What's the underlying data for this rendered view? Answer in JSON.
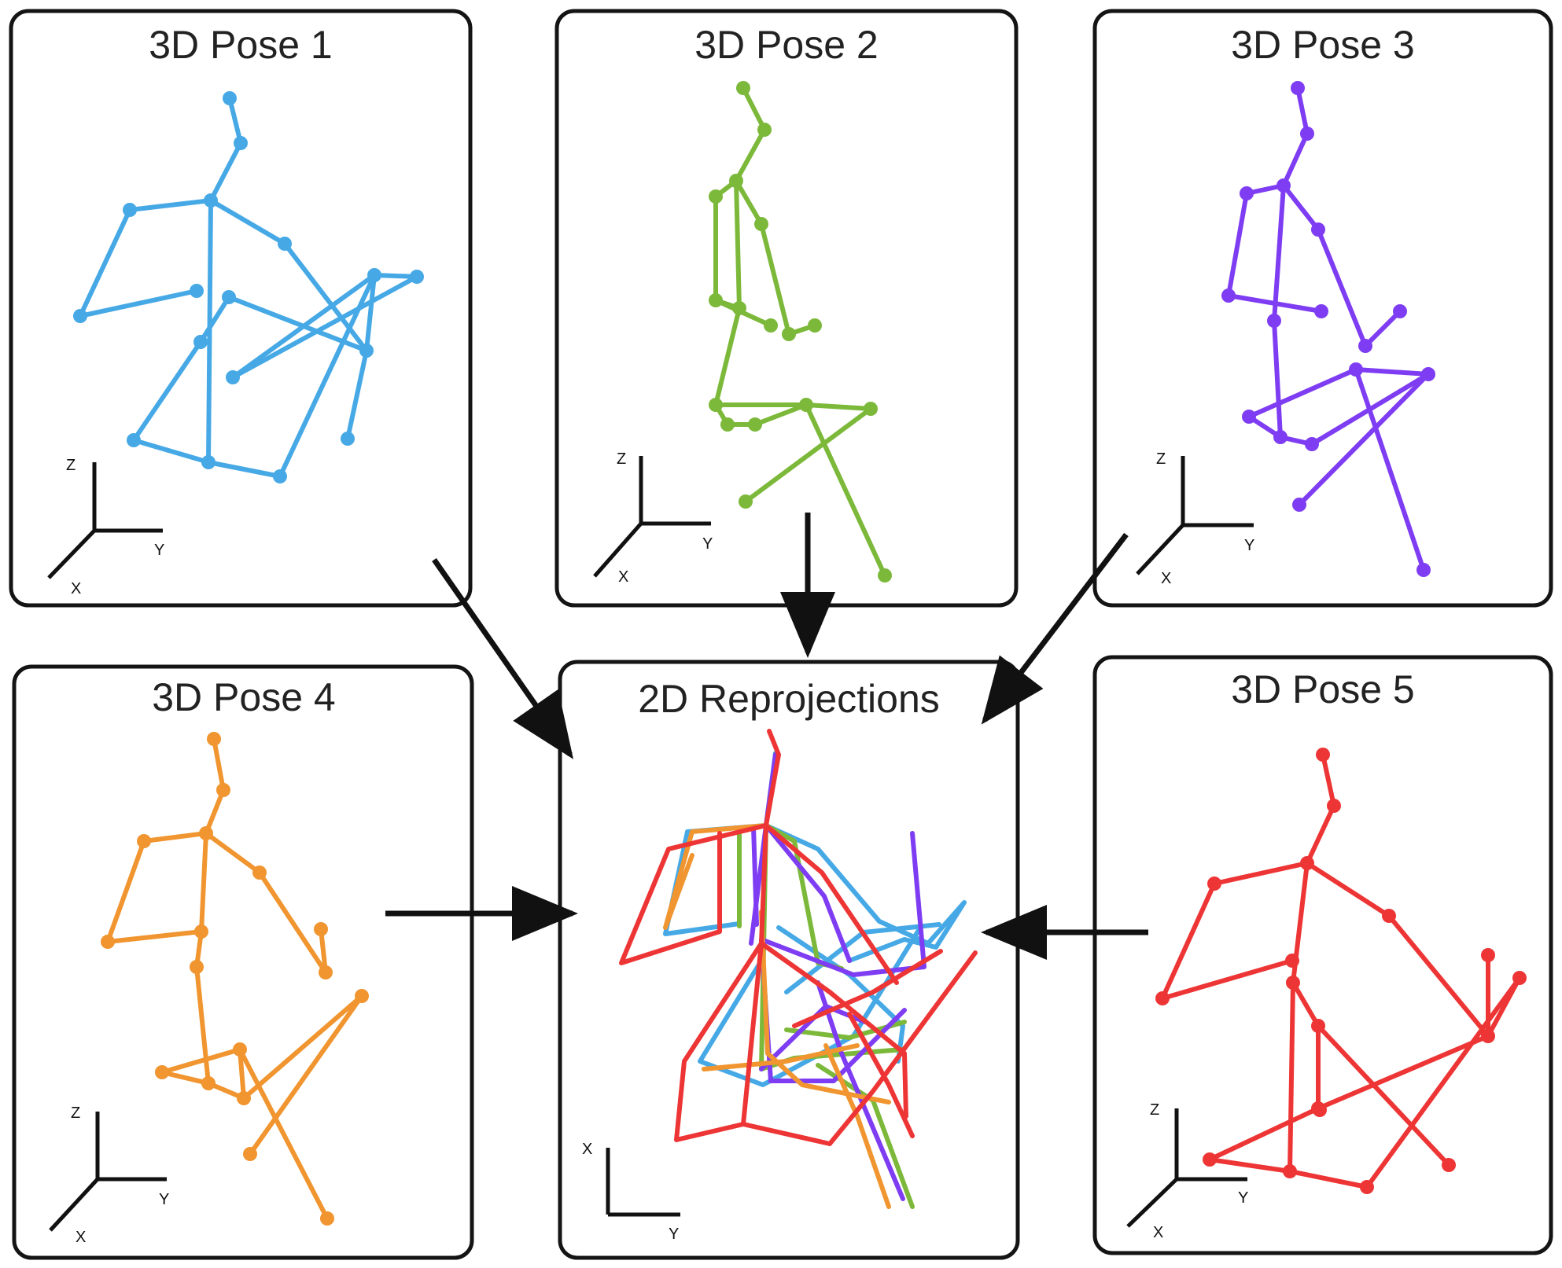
{
  "colors": {
    "pose1": "#46a9e6",
    "pose2": "#7cb93a",
    "pose3": "#7e3df2",
    "pose4": "#f0952f",
    "pose5": "#ee3535",
    "frame": "#141414",
    "arrow": "#111111"
  },
  "panels": [
    {
      "id": "pose1",
      "title": "3D Pose 1",
      "axes": {
        "z": "Z",
        "y": "Y",
        "x": "X"
      }
    },
    {
      "id": "pose2",
      "title": "3D Pose 2",
      "axes": {
        "z": "Z",
        "y": "Y",
        "x": "X"
      }
    },
    {
      "id": "pose3",
      "title": "3D Pose 3",
      "axes": {
        "z": "Z",
        "y": "Y",
        "x": "X"
      }
    },
    {
      "id": "pose4",
      "title": "3D Pose 4",
      "axes": {
        "z": "Z",
        "y": "Y",
        "x": "X"
      }
    },
    {
      "id": "reproj",
      "title": "2D Reprojections",
      "axes": {
        "x": "X",
        "y": "Y"
      }
    },
    {
      "id": "pose5",
      "title": "3D Pose 5",
      "axes": {
        "z": "Z",
        "y": "Y",
        "x": "X"
      }
    }
  ],
  "arrows": [
    {
      "from": "3D Pose 1",
      "to": "2D Reprojections"
    },
    {
      "from": "3D Pose 2",
      "to": "2D Reprojections"
    },
    {
      "from": "3D Pose 3",
      "to": "2D Reprojections"
    },
    {
      "from": "3D Pose 4",
      "to": "2D Reprojections"
    },
    {
      "from": "3D Pose 5",
      "to": "2D Reprojections"
    }
  ]
}
